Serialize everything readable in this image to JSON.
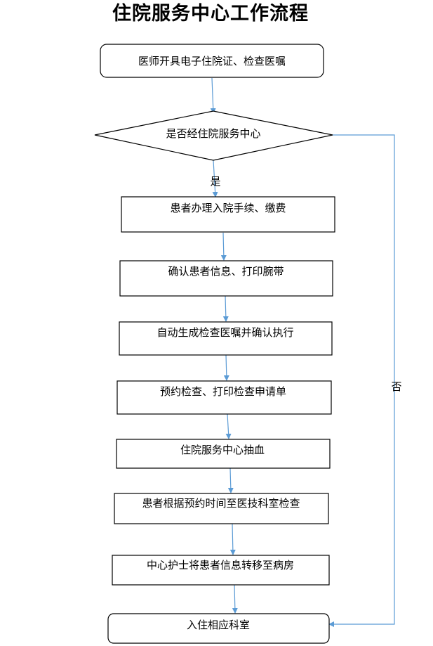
{
  "title": "住院服务中心工作流程",
  "start": "医师开具电子住院证、检查医嘱",
  "decision": "是否经住院服务中心",
  "yes_label": "是",
  "no_label": "否",
  "steps": [
    "患者办理入院手续、缴费",
    "确认患者信息、打印腕带",
    "自动生成检查医嘱并确认执行",
    "预约检查、打印检查申请单",
    "住院服务中心抽血",
    "患者根据预约时间至医技科室检查",
    "中心护士将患者信息转移至病房"
  ],
  "end": "入住相应科室",
  "colors": {
    "connector": "#5b9bd5",
    "border": "#000000"
  }
}
